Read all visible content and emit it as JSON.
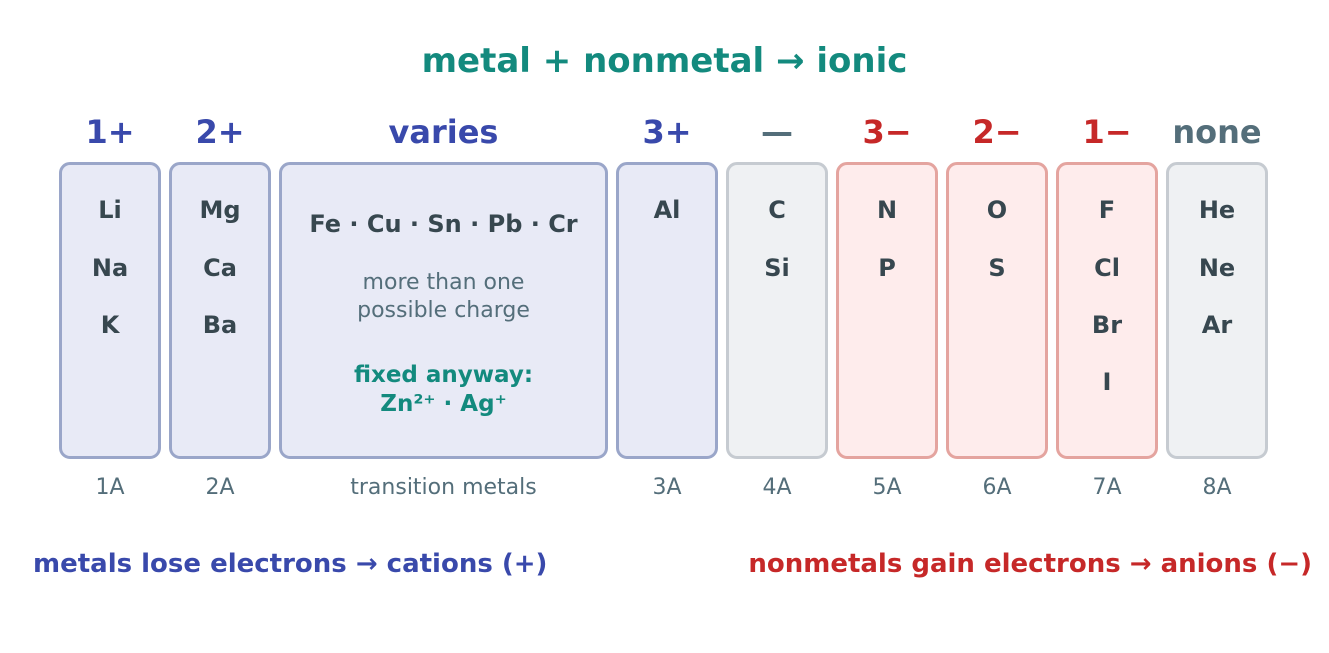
{
  "title": "metal + nonmetal → ionic",
  "colors": {
    "metal_charge": "#3949ab",
    "nonmetal_charge": "#c62828",
    "neutral_charge": "#546e7a",
    "accent": "#138a7e"
  },
  "columns": [
    {
      "charge": "1+",
      "group": "1A",
      "elements": [
        "Li",
        "Na",
        "K"
      ]
    },
    {
      "charge": "2+",
      "group": "2A",
      "elements": [
        "Mg",
        "Ca",
        "Ba"
      ]
    },
    {
      "charge": "varies",
      "group": "transition metals",
      "list": "Fe · Cu · Sn · Pb · Cr",
      "note_line1": "more than one",
      "note_line2": "possible charge",
      "fixed_line1": "fixed anyway:",
      "fixed_line2": "Zn²⁺ · Ag⁺"
    },
    {
      "charge": "3+",
      "group": "3A",
      "elements": [
        "Al"
      ]
    },
    {
      "charge": "—",
      "group": "4A",
      "elements": [
        "C",
        "Si"
      ]
    },
    {
      "charge": "3−",
      "group": "5A",
      "elements": [
        "N",
        "P"
      ]
    },
    {
      "charge": "2−",
      "group": "6A",
      "elements": [
        "O",
        "S"
      ]
    },
    {
      "charge": "1−",
      "group": "7A",
      "elements": [
        "F",
        "Cl",
        "Br",
        "I"
      ]
    },
    {
      "charge": "none",
      "group": "8A",
      "elements": [
        "He",
        "Ne",
        "Ar"
      ]
    }
  ],
  "footer": {
    "metals": "metals lose electrons → cations (+)",
    "nonmetals": "nonmetals gain electrons → anions (−)"
  }
}
